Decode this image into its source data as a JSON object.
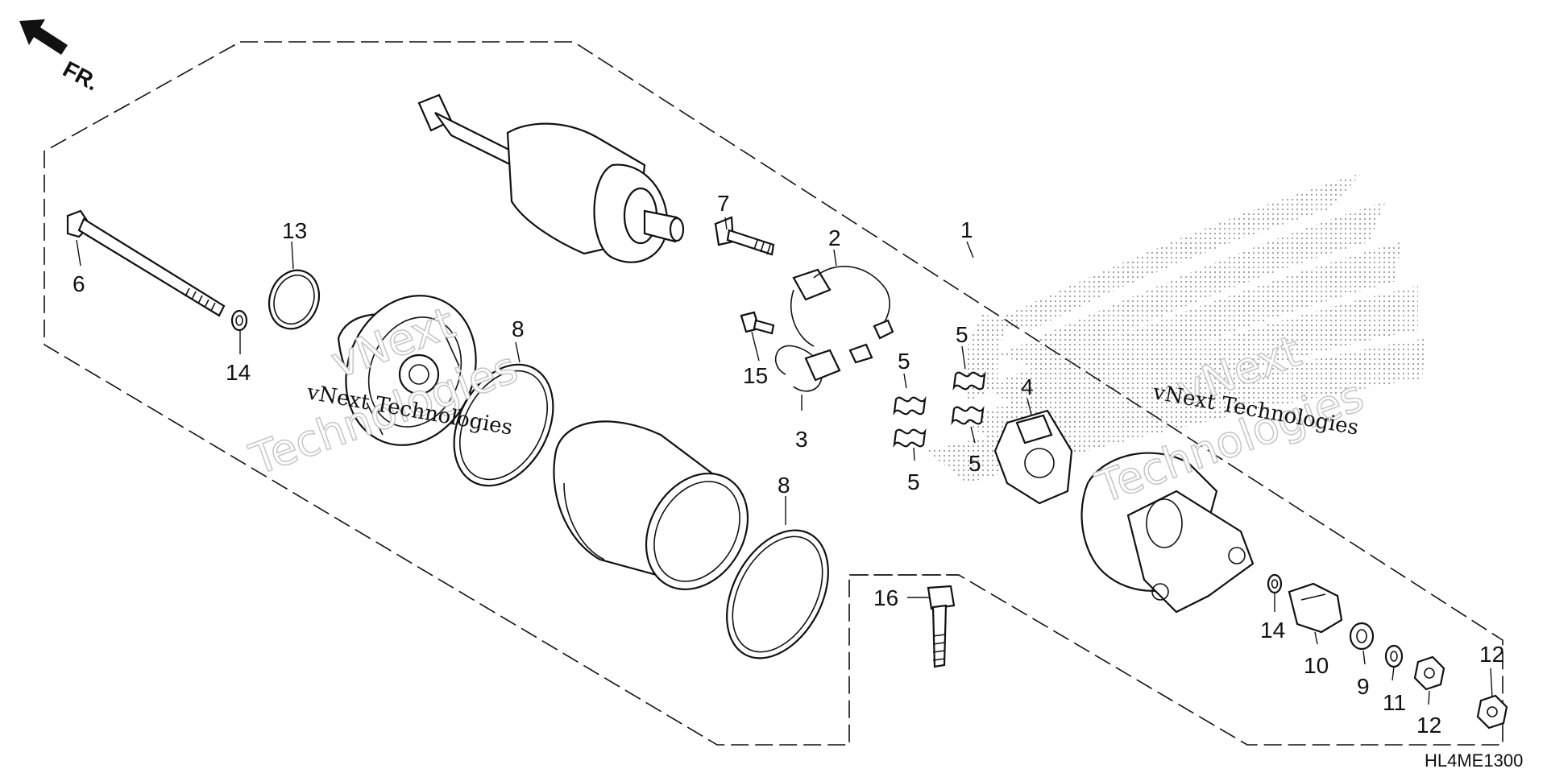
{
  "diagram": {
    "direction_label": "FR.",
    "diagram_code": "HL4ME1300",
    "watermark_line1": "vNext",
    "watermark_line2": "Technologies",
    "watermark_small": "vNext Technologies",
    "callouts": [
      {
        "id": "c1",
        "label": "1"
      },
      {
        "id": "c2",
        "label": "2"
      },
      {
        "id": "c3",
        "label": "3"
      },
      {
        "id": "c4",
        "label": "4"
      },
      {
        "id": "c5a",
        "label": "5"
      },
      {
        "id": "c5b",
        "label": "5"
      },
      {
        "id": "c5c",
        "label": "5"
      },
      {
        "id": "c5d",
        "label": "5"
      },
      {
        "id": "c6",
        "label": "6"
      },
      {
        "id": "c7",
        "label": "7"
      },
      {
        "id": "c8a",
        "label": "8"
      },
      {
        "id": "c8b",
        "label": "8"
      },
      {
        "id": "c9",
        "label": "9"
      },
      {
        "id": "c10",
        "label": "10"
      },
      {
        "id": "c11",
        "label": "11"
      },
      {
        "id": "c12a",
        "label": "12"
      },
      {
        "id": "c12b",
        "label": "12"
      },
      {
        "id": "c13",
        "label": "13"
      },
      {
        "id": "c14a",
        "label": "14"
      },
      {
        "id": "c14b",
        "label": "14"
      },
      {
        "id": "c15",
        "label": "15"
      },
      {
        "id": "c16",
        "label": "16"
      }
    ]
  }
}
